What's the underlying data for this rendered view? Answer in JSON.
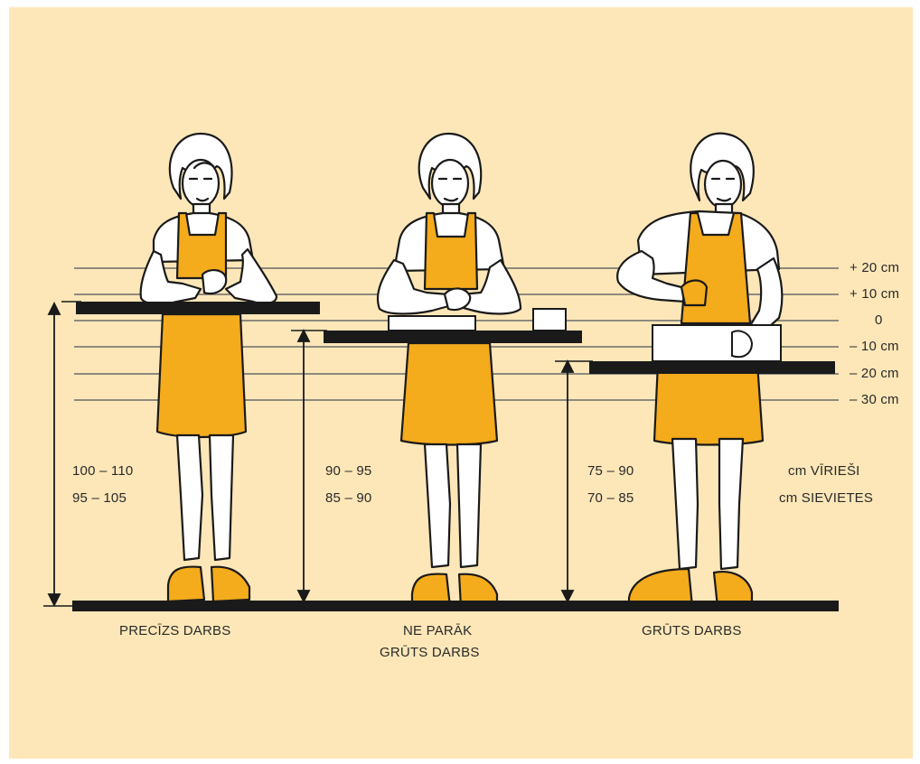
{
  "levels": [
    {
      "label": "+ 20 cm"
    },
    {
      "label": "+ 10 cm"
    },
    {
      "label": "0"
    },
    {
      "label": "– 10 cm"
    },
    {
      "label": "– 20 cm"
    },
    {
      "label": "– 30 cm"
    }
  ],
  "stations": [
    {
      "caption_line1": "PRECĪZS DARBS",
      "caption_line2": "",
      "men_range": "100 – 110",
      "women_range": "95 – 105"
    },
    {
      "caption_line1": "NE PARĀK",
      "caption_line2": "GRŪTS DARBS",
      "men_range": "90 – 95",
      "women_range": "85 – 90"
    },
    {
      "caption_line1": "GRŪTS DARBS",
      "caption_line2": "",
      "men_range": "75 – 90",
      "women_range": "70 – 85"
    }
  ],
  "legend": {
    "men": "cm VĪRIEŠI",
    "women": "cm SIEVIETES"
  },
  "colors": {
    "background": "#fde7b8",
    "apron": "#f4ab1c",
    "ink": "#1a1a1a",
    "skin": "#ffffff",
    "line": "#6b6b6b"
  }
}
